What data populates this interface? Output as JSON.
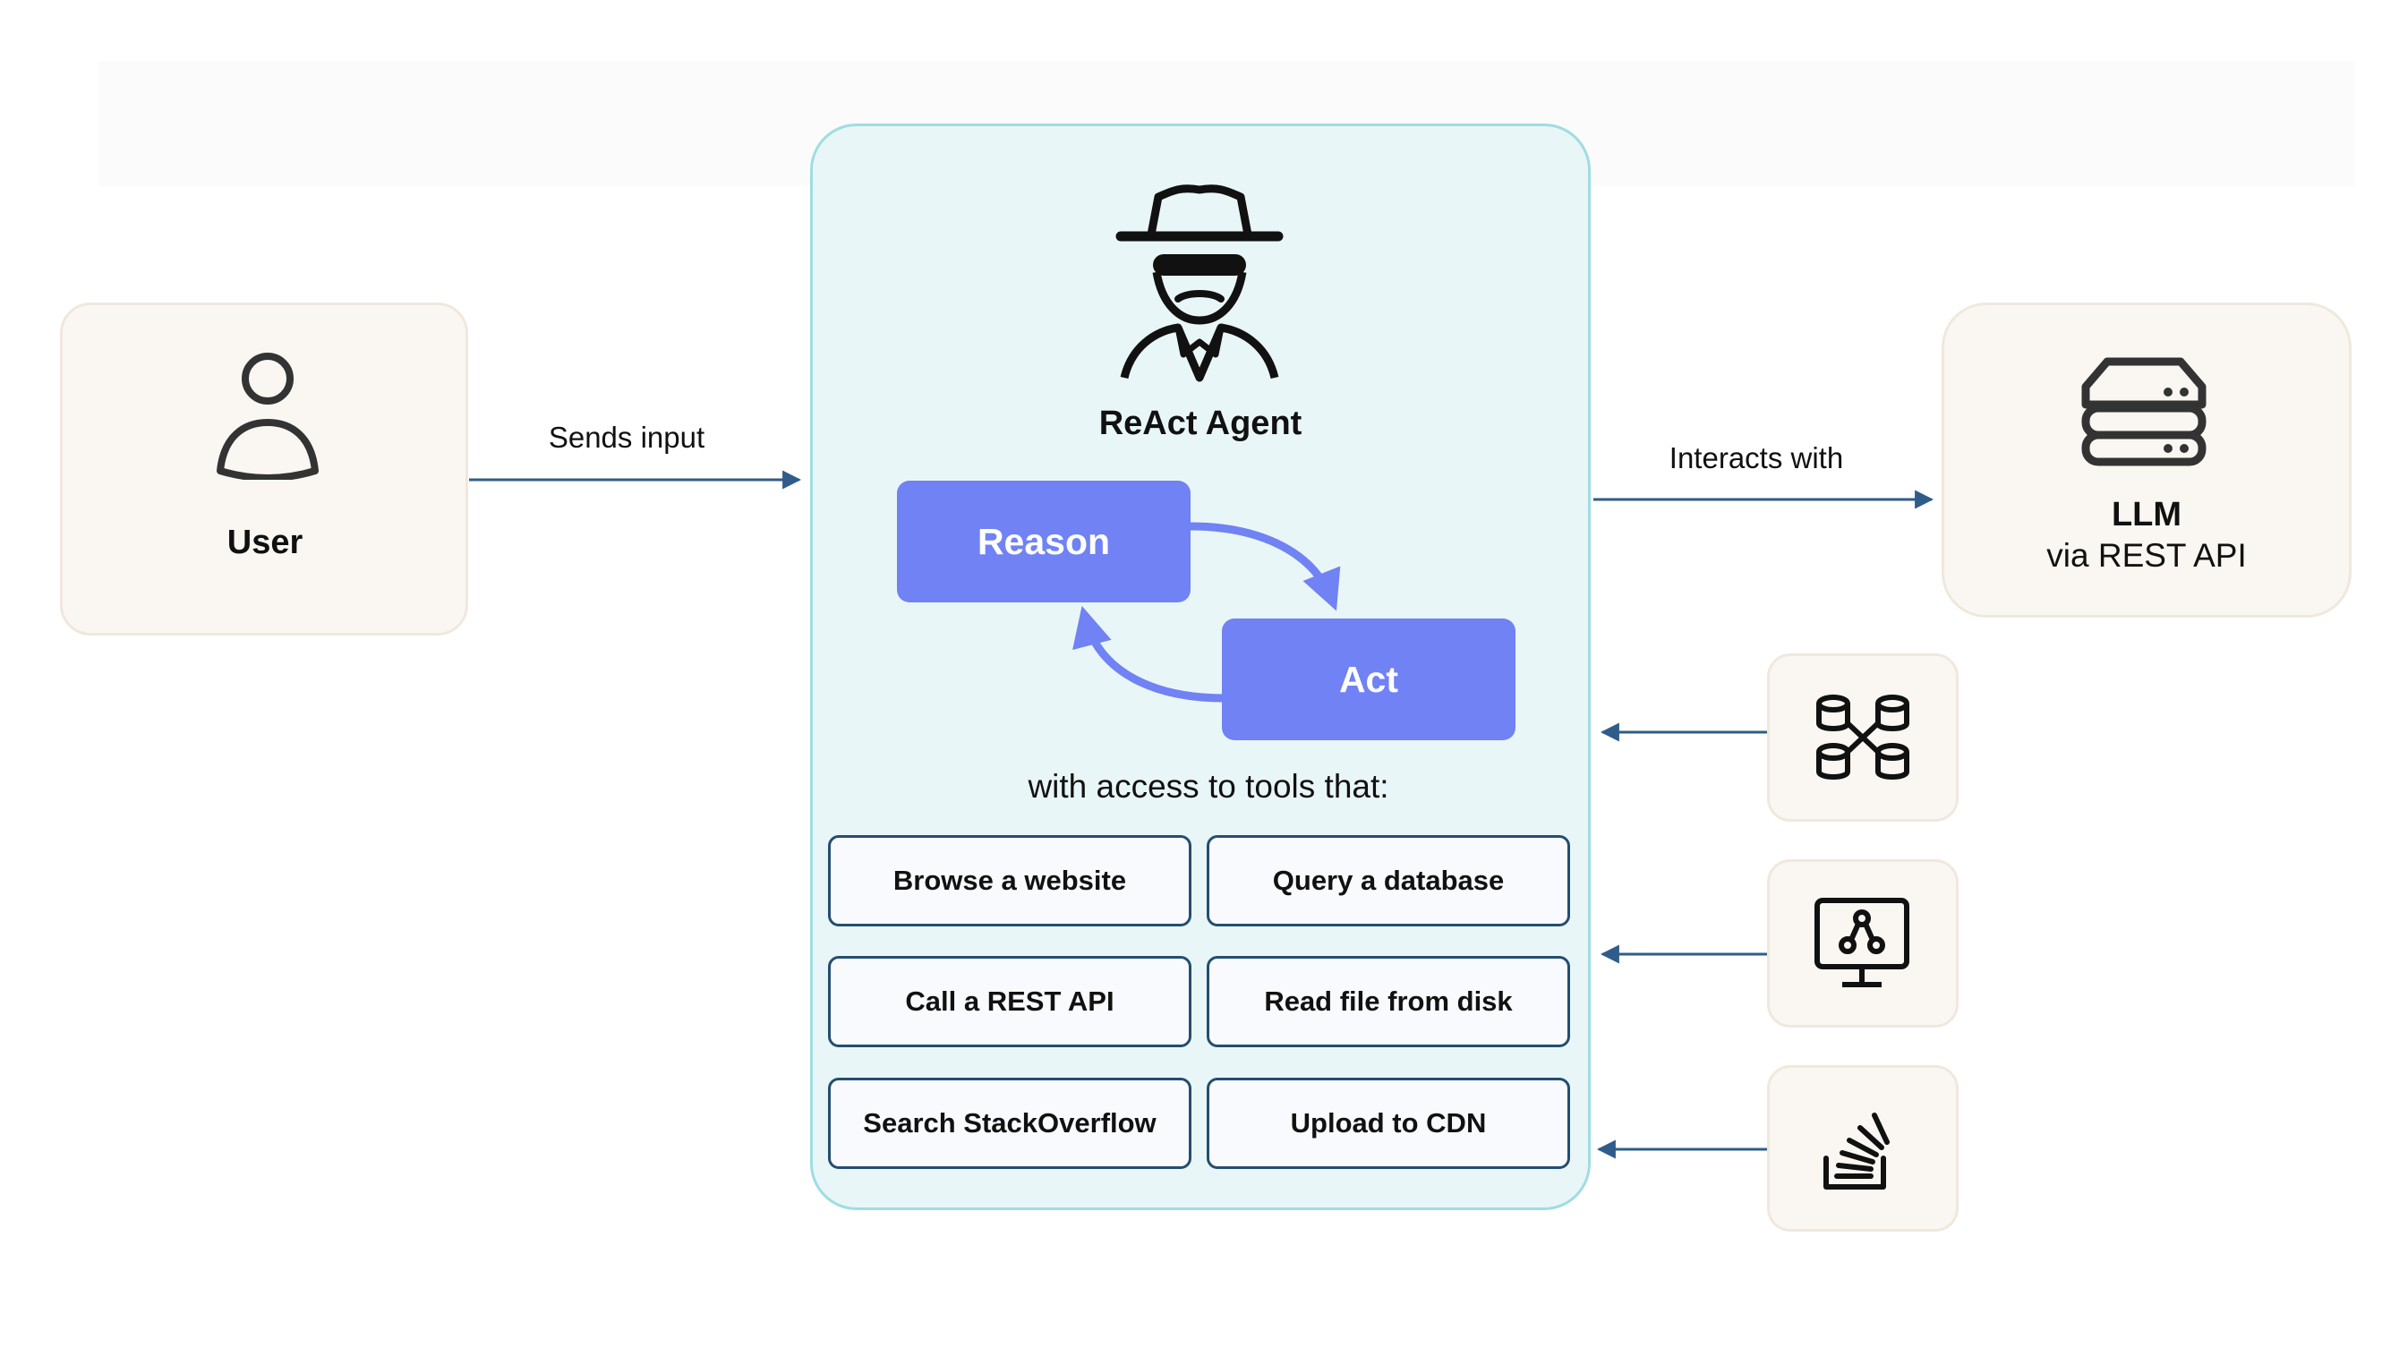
{
  "user": {
    "label": "User"
  },
  "agent": {
    "title": "ReAct Agent",
    "reason": "Reason",
    "act": "Act",
    "tools_caption": "with access to tools that:"
  },
  "edges": {
    "sends_input": "Sends input",
    "interacts_with": "Interacts with"
  },
  "llm": {
    "title": "LLM",
    "subtitle": "via REST API"
  },
  "tools": [
    {
      "label": "Browse a website"
    },
    {
      "label": "Query a database"
    },
    {
      "label": "Call a REST API"
    },
    {
      "label": "Read file from disk"
    },
    {
      "label": "Search StackOverflow"
    },
    {
      "label": "Upload to CDN"
    }
  ],
  "colors": {
    "accent": "#7082f4",
    "arrow": "#2f5c8a",
    "panel": "#e9f6f7",
    "card": "#faf7f2"
  },
  "icons": [
    "user-icon",
    "agent-spy-icon",
    "server-icon",
    "database-network-icon",
    "monitor-network-icon",
    "stackoverflow-icon"
  ]
}
